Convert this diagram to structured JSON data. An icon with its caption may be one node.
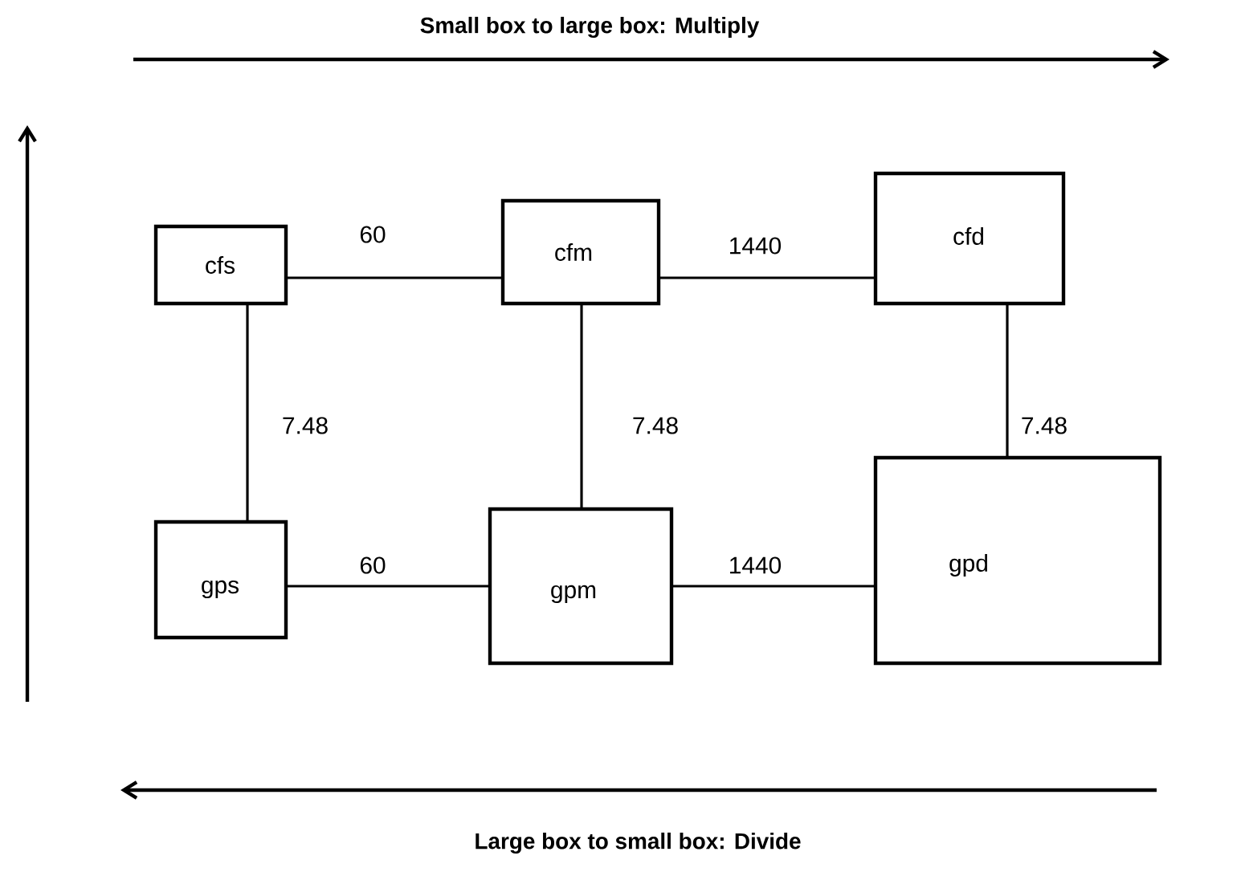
{
  "diagram": {
    "nodes": [
      {
        "text": [
          "cfs"
        ]
      },
      {
        "text": [
          "cfm"
        ]
      },
      {
        "text": [
          "cfd"
        ]
      },
      {
        "text": [
          "gps"
        ]
      },
      {
        "text": [
          "gpm"
        ]
      },
      {
        "text": [
          "gpd"
        ]
      }
    ],
    "edges": [
      {
        "from": 0,
        "to": 1,
        "arrow": "none",
        "label": "60"
      },
      {
        "from": 1,
        "to": 2,
        "arrow": "none",
        "label": "1440"
      },
      {
        "from": 0,
        "to": 3,
        "arrow": "none",
        "label": "7.48"
      },
      {
        "from": 1,
        "to": 4,
        "arrow": "none",
        "label": "7.48"
      },
      {
        "from": 2,
        "to": 5,
        "arrow": "none",
        "label": "7.48"
      },
      {
        "from": 3,
        "to": 4,
        "arrow": "none",
        "label": "60"
      },
      {
        "from": 4,
        "to": 5,
        "arrow": "none",
        "label": "1440"
      }
    ],
    "labels": [
      "Small box to large box: Multiply",
      "Large box to small box: Divide"
    ]
  }
}
